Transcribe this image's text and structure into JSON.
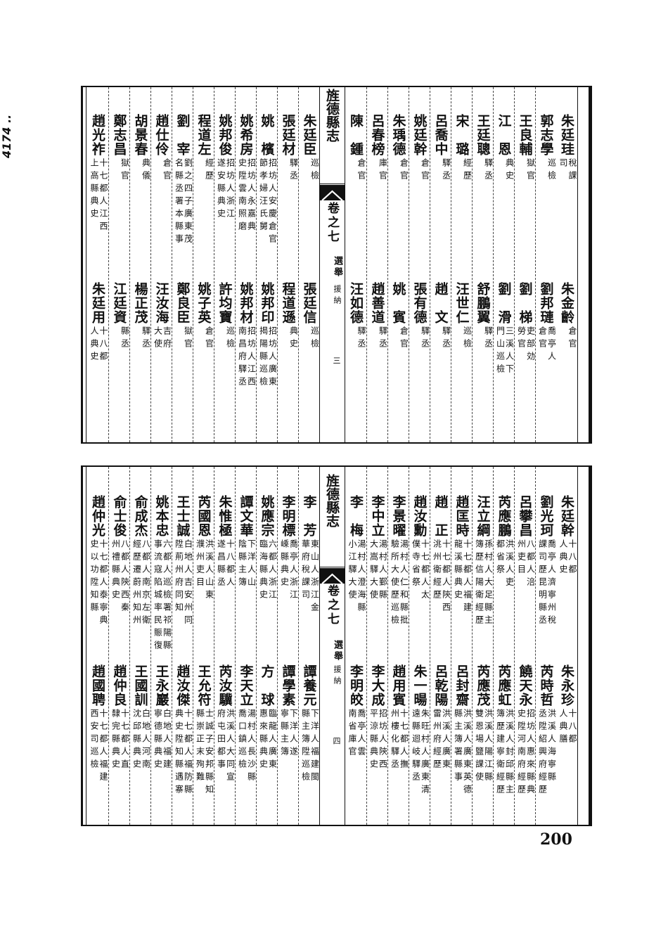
{
  "margin_note": "4174 ..",
  "page_number": "200",
  "panels": [
    {
      "center": {
        "title": "旌德縣志",
        "volume": "卷之七",
        "section": "選舉",
        "subsection": "援納",
        "folio": "三"
      },
      "right": [
        {
          "upper": {
            "name": "朱廷珪",
            "note": [
              "稅課",
              "司"
            ]
          },
          "lower": {
            "name": "朱金齡",
            "note": [
              "倉官"
            ]
          }
        },
        {
          "upper": {
            "name": "郭志學",
            "note": [
              "巡檢"
            ]
          },
          "lower": {
            "name": "劉邦璉",
            "note": [
              "喬亭人",
              "倉官"
            ]
          }
        },
        {
          "upper": {
            "name": "王良輔",
            "note": [
              "獄官"
            ]
          },
          "lower": {
            "name": "劉　梯",
            "note": [
              "吏部効",
              "勞官"
            ]
          }
        },
        {
          "upper": {
            "name": "江　恩",
            "note": [
              "典史"
            ]
          },
          "lower": {
            "name": "劉　滑",
            "note": [
              "三溪人下",
              "門山巡檢"
            ]
          }
        },
        {
          "upper": {
            "name": "王廷聰",
            "note": [
              "驛丞"
            ]
          },
          "lower": {
            "name": "舒鵬翼",
            "note": [
              "驛丞"
            ]
          }
        },
        {
          "upper": {
            "name": "宋　璐",
            "note": [
              "經歷"
            ]
          },
          "lower": {
            "name": "汪世仁",
            "note": [
              "巡檢"
            ]
          }
        },
        {
          "upper": {
            "name": "呂喬中",
            "note": [
              "驛丞"
            ]
          },
          "lower": {
            "name": "趙　文",
            "note": [
              "驛丞"
            ]
          }
        },
        {
          "upper": {
            "name": "姚廷幹",
            "note": [
              "倉官"
            ]
          },
          "lower": {
            "name": "張有德",
            "note": [
              "驛丞"
            ]
          }
        },
        {
          "upper": {
            "name": "朱瑀德",
            "note": [
              "倉官"
            ]
          },
          "lower": {
            "name": "姚　賓",
            "note": [
              "倉官"
            ]
          }
        },
        {
          "upper": {
            "name": "呂春榜",
            "note": [
              "庫官"
            ]
          },
          "lower": {
            "name": "趙善道",
            "note": [
              "驛丞"
            ]
          }
        },
        {
          "upper": {
            "name": "陳　鍾",
            "note": [
              "倉官"
            ]
          },
          "lower": {
            "name": "汪如德",
            "note": [
              "驛丞"
            ]
          }
        }
      ],
      "left": [
        {
          "upper": {
            "name": "朱廷臣",
            "note": [
              "巡檢"
            ]
          },
          "lower": {
            "name": "張廷信",
            "note": [
              "巡檢"
            ]
          }
        },
        {
          "upper": {
            "name": "張廷材",
            "note": [
              "驛丞"
            ]
          },
          "lower": {
            "name": "程道遜",
            "note": [
              "典史"
            ]
          }
        },
        {
          "upper": {
            "name": "姚　檳",
            "note": [
              "招坊人安慶倉官",
              "節孝婦汪氏舅"
            ]
          },
          "lower": {
            "name": "姚邦印",
            "note": [
              "招坊人廣東",
              "揭陽縣巡檢"
            ]
          }
        },
        {
          "upper": {
            "name": "姚希房",
            "note": [
              "招坊人永嘉典",
              "史陞雲南照磨"
            ]
          },
          "lower": {
            "name": "姚邦材",
            "note": [
              "招坊人江西",
              "南昌府驛丞"
            ]
          }
        },
        {
          "upper": {
            "name": "姚邦俊",
            "note": [
              "招坊人浙江",
              "遂安縣典史"
            ]
          },
          "lower": {
            "name": "許均寶",
            "note": [
              "巡檢"
            ]
          }
        },
        {
          "upper": {
            "name": "程道左",
            "note": [
              "經歷"
            ]
          },
          "lower": {
            "name": "姚子英",
            "note": [
              "倉官"
            ]
          }
        },
        {
          "upper": {
            "name": "劉　宰",
            "note": [
              "劉之四子廣東茂",
              "名縣丞署本縣事"
            ]
          },
          "lower": {
            "name": "鄭良臣",
            "note": [
              "獄官"
            ]
          }
        },
        {
          "upper": {
            "name": "趙仕伶",
            "note": [
              "倉官"
            ]
          },
          "lower": {
            "name": "汪汝海",
            "note": [
              "吉府",
              "大使"
            ]
          }
        },
        {
          "upper": {
            "name": "胡景春",
            "note": [
              "典儀"
            ]
          },
          "lower": {
            "name": "楊正茂",
            "note": [
              "驛丞"
            ]
          }
        },
        {
          "upper": {
            "name": "鄭志昌",
            "note": [
              "獄官"
            ]
          },
          "lower": {
            "name": "江廷資",
            "note": [
              "縣丞"
            ]
          }
        },
        {
          "upper": {
            "name": "趙光祚",
            "note": [
              "十七都人江西",
              "上高縣典史"
            ]
          },
          "lower": {
            "name": "朱廷用",
            "note": [
              "十八都",
              "人典史"
            ]
          }
        }
      ]
    },
    {
      "center": {
        "title": "旌德縣志",
        "volume": "卷之七",
        "section": "選舉",
        "subsection": "援納",
        "folio": "四"
      },
      "right": [
        {
          "upper": {
            "name": "朱廷幹",
            "note": [
              "十八都",
              "人典史"
            ]
          },
          "lower": {
            "name": "朱永珍",
            "note": [
              "十八都",
              "人典膳"
            ]
          }
        },
        {
          "upper": {
            "name": "劉光珂",
            "note": [
              "喬亭人濟寧州稅",
              "課司歷昆明縣丞"
            ]
          },
          "lower": {
            "name": "芮時哲",
            "note": [
              "洪溪人海寧縣",
              "丞陞紹興府經歷"
            ]
          }
        },
        {
          "upper": {
            "name": "呂攀昌",
            "note": [
              "八都人涪",
              "州吏目"
            ]
          },
          "lower": {
            "name": "饒天永",
            "note": [
              "招坊人惠來縣典",
              "史陞河南府經歷"
            ]
          }
        },
        {
          "upper": {
            "name": "芮應鵬",
            "note": [
              "洪溪人吏",
              "都省祭"
            ]
          },
          "lower": {
            "name": "芮應虹",
            "note": [
              "洪溪人封邱縣主",
              "簿歷建寧衛經歷"
            ]
          }
        },
        {
          "upper": {
            "name": "汪立綱",
            "note": [
              "孫村人大足縣主",
              "簿歷信陽衛經歷"
            ]
          },
          "lower": {
            "name": "芮應茂",
            "note": [
              "洪溪人陽江縣",
              "雙恩場鹽課使"
            ]
          }
        },
        {
          "upper": {
            "name": "趙匡時",
            "note": [
              "十七都人福建",
              "龍溪縣典史"
            ]
          },
          "lower": {
            "name": "呂封齋",
            "note": [
              "洪溪人廣東英德",
              "縣主簿署縣事"
            ]
          }
        },
        {
          "upper": {
            "name": "趙　正",
            "note": [
              "十七都人陝西",
              "洮州衛經歷"
            ]
          },
          "lower": {
            "name": "呂乾陽",
            "note": [
              "洪溪人廣東",
              "雷州府經歷"
            ]
          }
        },
        {
          "upper": {
            "name": "趙汝勳",
            "note": [
              "十七都人太",
              "僕寺省祭"
            ]
          },
          "lower": {
            "name": "朱一暘",
            "note": [
              "朱旺村人廣東清",
              "遠縣迴岐驛丞"
            ]
          }
        },
        {
          "upper": {
            "name": "李景曜",
            "note": [
              "湯村人仁和縣批",
              "驗所大使歷巡檢"
            ]
          },
          "lower": {
            "name": "趙用賓",
            "note": [
              "十七都人撫",
              "州樓化驛丞"
            ]
          }
        },
        {
          "upper": {
            "name": "李中立",
            "note": [
              "湯村人鄞縣",
              "大嵩驛大使"
            ]
          },
          "lower": {
            "name": "李大成",
            "note": [
              "招坊人陝西",
              "平涼縣典史"
            ]
          }
        },
        {
          "upper": {
            "name": "李　梅",
            "note": [
              "湯村人澄海縣",
              "小江驛大使"
            ]
          },
          "lower": {
            "name": "李明皎",
            "note": [
              "喬亭人雲",
              "南省庫官"
            ]
          }
        }
      ],
      "left": [
        {
          "upper": {
            "name": "李　芳",
            "note": [
              "東山人浙江金",
              "華府稅課司"
            ]
          },
          "lower": {
            "name": "譚養元",
            "note": [
              "下洋人福建閩",
              "縣主簿陞巡檢"
            ]
          }
        },
        {
          "upper": {
            "name": "李明標",
            "note": [
              "喬亭人浙江",
              "嵊縣典史"
            ]
          },
          "lower": {
            "name": "譚學素",
            "note": [
              "下洋人遂",
              "寧縣主簿"
            ]
          }
        },
        {
          "upper": {
            "name": "姚應宗",
            "note": [
              "六都人浙江",
              "臨海縣典史"
            ]
          },
          "lower": {
            "name": "方　球",
            "note": [
              "臨龍人廣東",
              "惠來縣典史"
            ]
          }
        },
        {
          "upper": {
            "name": "譚文華",
            "note": [
              "下洋人山",
              "陰縣主簿"
            ]
          },
          "lower": {
            "name": "李天立",
            "note": [
              "湯村人長沙縣",
              "喬口鎮巡檢"
            ]
          }
        },
        {
          "upper": {
            "name": "朱惟極",
            "note": [
              "十八都人",
              "遂昌縣丞"
            ]
          },
          "lower": {
            "name": "芮汝驥",
            "note": [
              "洪溪人大同宣",
              "府屯田都事"
            ]
          }
        },
        {
          "upper": {
            "name": "芮國恩",
            "note": [
              "洪溪人山東",
              "濮州吏目"
            ]
          },
          "lower": {
            "name": "王允符",
            "note": [
              "士誠子安邦縣知",
              "縣崇正末殉難"
            ]
          }
        },
        {
          "upper": {
            "name": "王士誠",
            "note": [
              "白地人吉安州同",
              "陞荊州府同知"
            ]
          },
          "lower": {
            "name": "趙汝傑",
            "note": [
              "十七都人福防縣",
              "典史陞知縣遇寨"
            ]
          }
        },
        {
          "upper": {
            "name": "姚本忠",
            "note": [
              "六都人巡檢署祁陽縣",
              "事流寇陷城率民賑復"
            ]
          },
          "lower": {
            "name": "王永巖",
            "note": [
              "白地人福建",
              "寧德縣典史"
            ]
          }
        },
        {
          "upper": {
            "name": "俞成杰",
            "note": [
              "八都人南京左衛",
              "經歷遷蔚州知州"
            ]
          },
          "lower": {
            "name": "王國訓",
            "note": [
              "白地人河南",
              "沈邱縣典史"
            ]
          }
        },
        {
          "upper": {
            "name": "俞士俊",
            "note": [
              "八都人陝西秦",
              "州禮縣典史"
            ]
          },
          "lower": {
            "name": "趙仲良",
            "note": [
              "十七都人直",
              "隸完縣典史"
            ]
          }
        },
        {
          "upper": {
            "name": "趙仲光",
            "note": [
              "十七都人泰寧典",
              "史以功陞知縣"
            ]
          },
          "lower": {
            "name": "趙國聘",
            "note": [
              "十七都人福建",
              "西安司巡檢"
            ]
          }
        }
      ]
    }
  ]
}
